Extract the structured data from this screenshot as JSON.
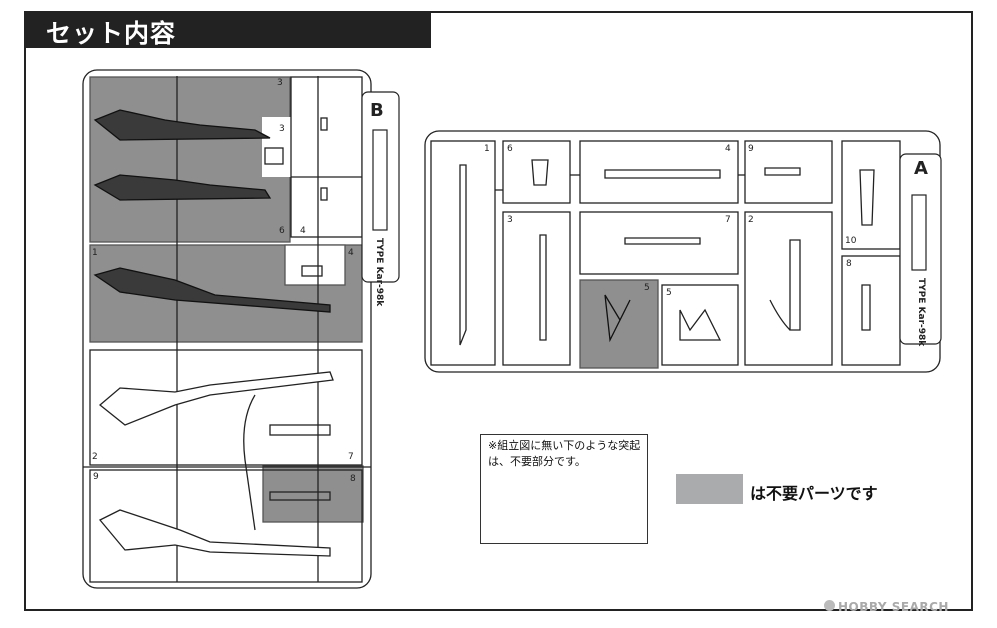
{
  "title": "セット内容",
  "runner_b": {
    "letter": "B",
    "type_label": "TYPE Kar-98k",
    "part_numbers": [
      "3",
      "3",
      "6",
      "4",
      "4",
      "1",
      "7",
      "2",
      "9",
      "8"
    ]
  },
  "runner_a": {
    "letter": "A",
    "type_label": "TYPE Kar-98k",
    "part_numbers": [
      "1",
      "6",
      "4",
      "9",
      "3",
      "7",
      "2",
      "5",
      "5",
      "10",
      "8"
    ]
  },
  "note": {
    "text": "※組立図に無い下のような突起は、不要部分です。"
  },
  "legend": {
    "text": "は不要パーツです",
    "swatch_color": "#a9abad"
  },
  "colors": {
    "unneeded_shade": "#8f8f8f",
    "line": "#222222",
    "arrow": "#111111"
  },
  "watermark": {
    "text": "HOBBY SEARCH"
  }
}
